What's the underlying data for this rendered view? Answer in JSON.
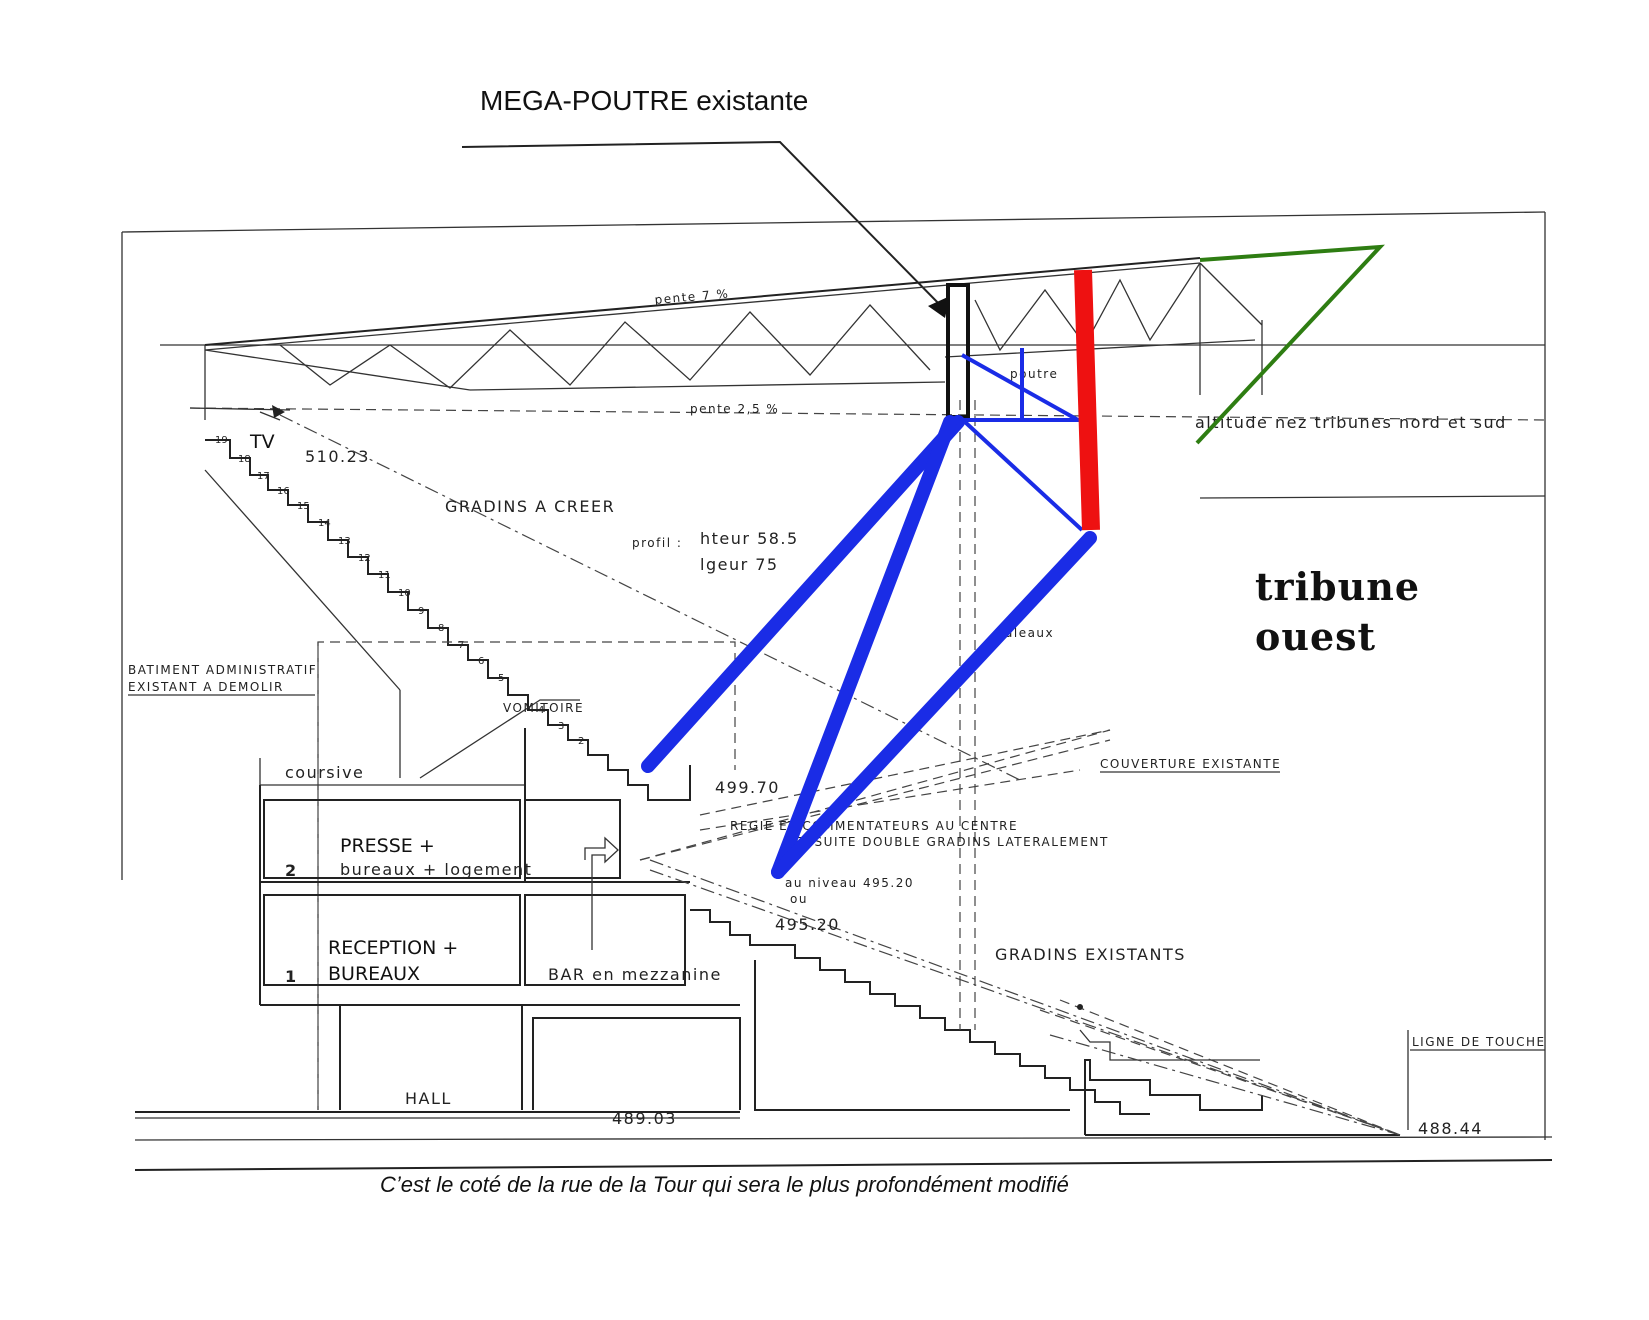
{
  "title": "MEGA-POUTRE existante",
  "caption": "C’est le coté de la rue de la Tour qui sera le plus profondément modifié",
  "section_labels": {
    "tribune_line1": "tribune",
    "tribune_line2": "ouest",
    "gradins_a_creer": "GRADINS A CREER",
    "gradins_existants": "GRADINS EXISTANTS",
    "batiment_line1": "BATIMENT ADMINISTRATIF",
    "batiment_line2": "EXISTANT A DEMOLIR",
    "coursive": "coursive",
    "presse_line1": "PRESSE +",
    "presse_line2": "bureaux + logement",
    "reception_line1": "RECEPTION +",
    "reception_line2": "BUREAUX",
    "bar": "BAR en mezzanine",
    "hall": "HALL",
    "vomitoire": "VOMITOIRE",
    "tv": "TV",
    "couverture": "COUVERTURE EXISTANTE",
    "regie_line1": "REGIE ET COMMENTATEURS AU CENTRE",
    "regie_line2": "ENSUITE DOUBLE GRADINS LATERALEMENT",
    "ligne_touche": "LIGNE DE TOUCHE",
    "altitude_nez": "altitude nez tribunes nord et sud",
    "pente_top": "pente 7 %",
    "pente_bottom": "pente 2,5 %",
    "poutre": "poutre",
    "aleaux": "aleaux",
    "profil": "profil :",
    "hauteur": "hteur 58.5",
    "largeur": "lgeur 75",
    "au_niveau": "au niveau 495.20",
    "ou": "ou",
    "floor_2": "2",
    "floor_1": "1"
  },
  "elevations": {
    "e51023": "510.23",
    "e49970": "499.70",
    "e49520": "495.20",
    "e48903": "489.03",
    "e48844": "488.44"
  },
  "step_numbers": [
    "19",
    "18",
    "17",
    "16",
    "15",
    "14",
    "13",
    "12",
    "11",
    "10",
    "9",
    "8",
    "7",
    "6",
    "5",
    "4",
    "3",
    "2"
  ],
  "colors": {
    "new_struts": "#1a2ce6",
    "new_column": "#ee1111",
    "cantilever": "#2e7d12",
    "existing_beam": "#111111"
  }
}
